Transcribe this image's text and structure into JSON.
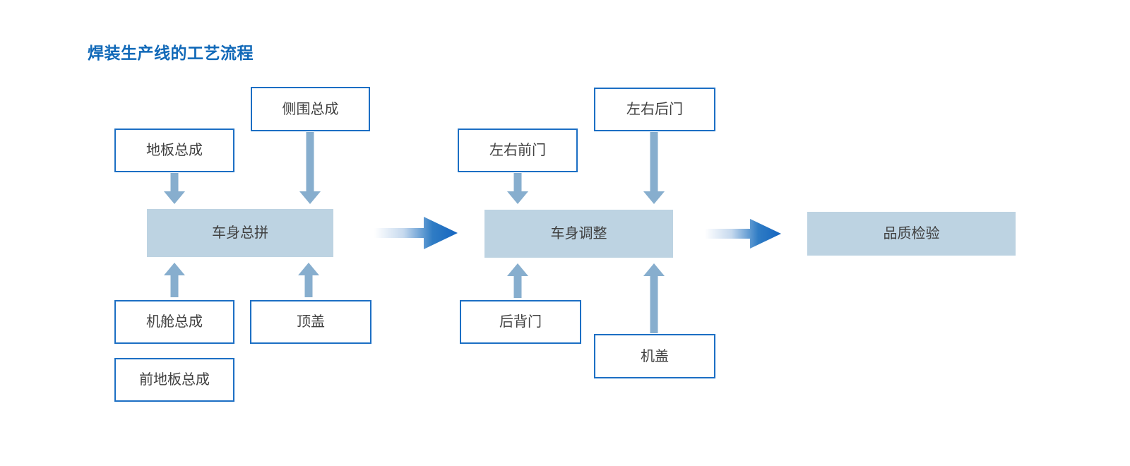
{
  "title": "焊装生产线的工艺流程",
  "theme": {
    "title_color": "#1169b8",
    "box_border_color": "#1c6fc4",
    "box_fill_color": "#bdd3e2",
    "arrow_color": "#87aece",
    "gradient_arrow_color": "#1565c0",
    "text_color": "#404040",
    "background": "#ffffff"
  },
  "diagram": {
    "type": "process-flow",
    "stages": [
      {
        "id": "stage-1",
        "main": "车身总拼",
        "inputs_top": [
          "地板总成",
          "侧围总成"
        ],
        "inputs_bottom": [
          "机舱总成",
          "顶盖"
        ],
        "extra": [
          "前地板总成"
        ]
      },
      {
        "id": "stage-2",
        "main": "车身调整",
        "inputs_top": [
          "左右前门",
          "左右后门"
        ],
        "inputs_bottom": [
          "后背门",
          "机盖"
        ],
        "extra": []
      },
      {
        "id": "stage-3",
        "main": "品质检验",
        "inputs_top": [],
        "inputs_bottom": [],
        "extra": []
      }
    ]
  },
  "nodes": {
    "floor_assembly": "地板总成",
    "side_panel_assembly": "侧围总成",
    "body_framing": "车身总拼",
    "engine_bay_assembly": "机舱总成",
    "roof_panel": "顶盖",
    "front_floor_assembly": "前地板总成",
    "front_doors": "左右前门",
    "rear_doors": "左右后门",
    "body_adjustment": "车身调整",
    "tailgate": "后背门",
    "hood": "机盖",
    "quality_inspection": "品质检验"
  }
}
